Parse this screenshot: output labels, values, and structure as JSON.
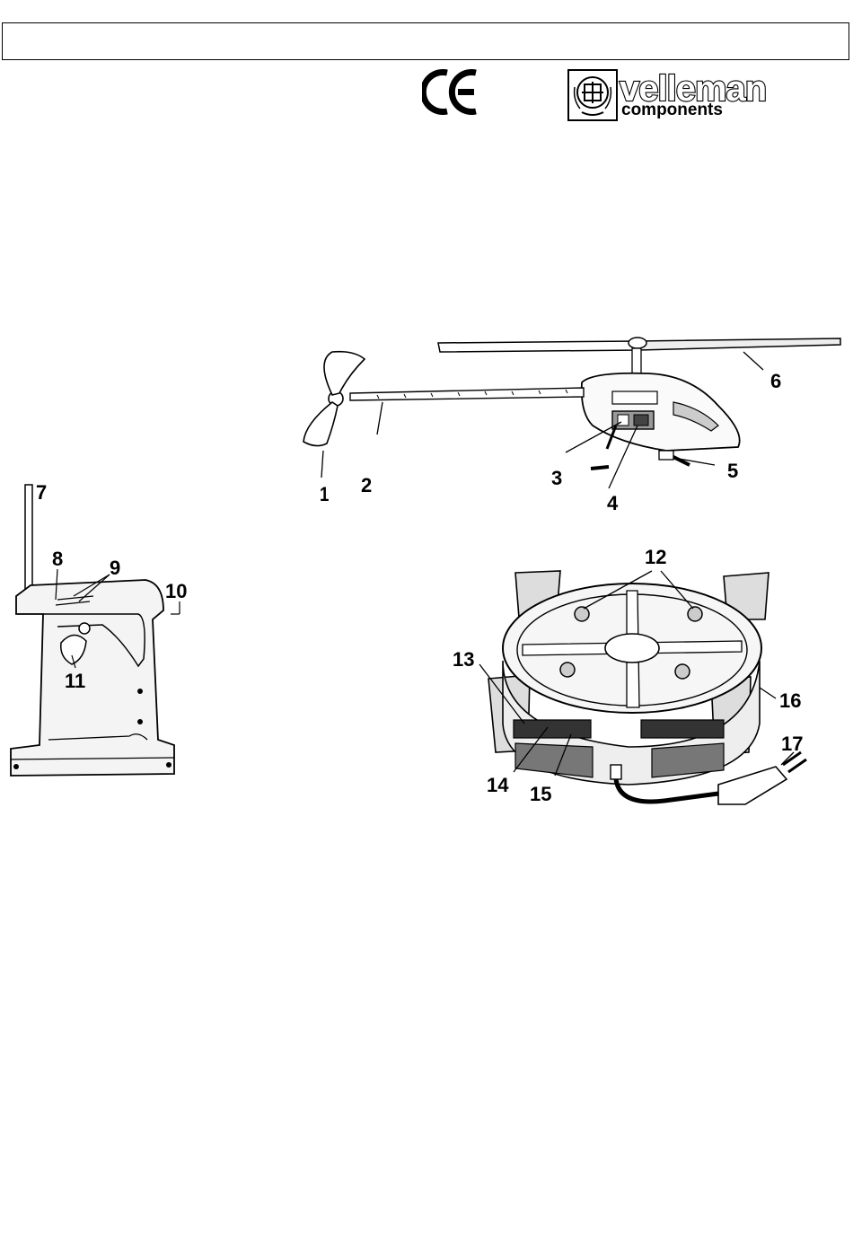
{
  "header": {
    "title": ""
  },
  "brand": {
    "ce_mark": "CE",
    "logo_main": "velleman",
    "logo_sub": "components"
  },
  "helicopter": {
    "callouts": [
      "1",
      "2",
      "3",
      "4",
      "5",
      "6"
    ]
  },
  "transmitter": {
    "callouts": [
      "7",
      "8",
      "9",
      "10",
      "11"
    ]
  },
  "charger": {
    "callouts": [
      "12",
      "13",
      "14",
      "15",
      "16",
      "17"
    ]
  }
}
